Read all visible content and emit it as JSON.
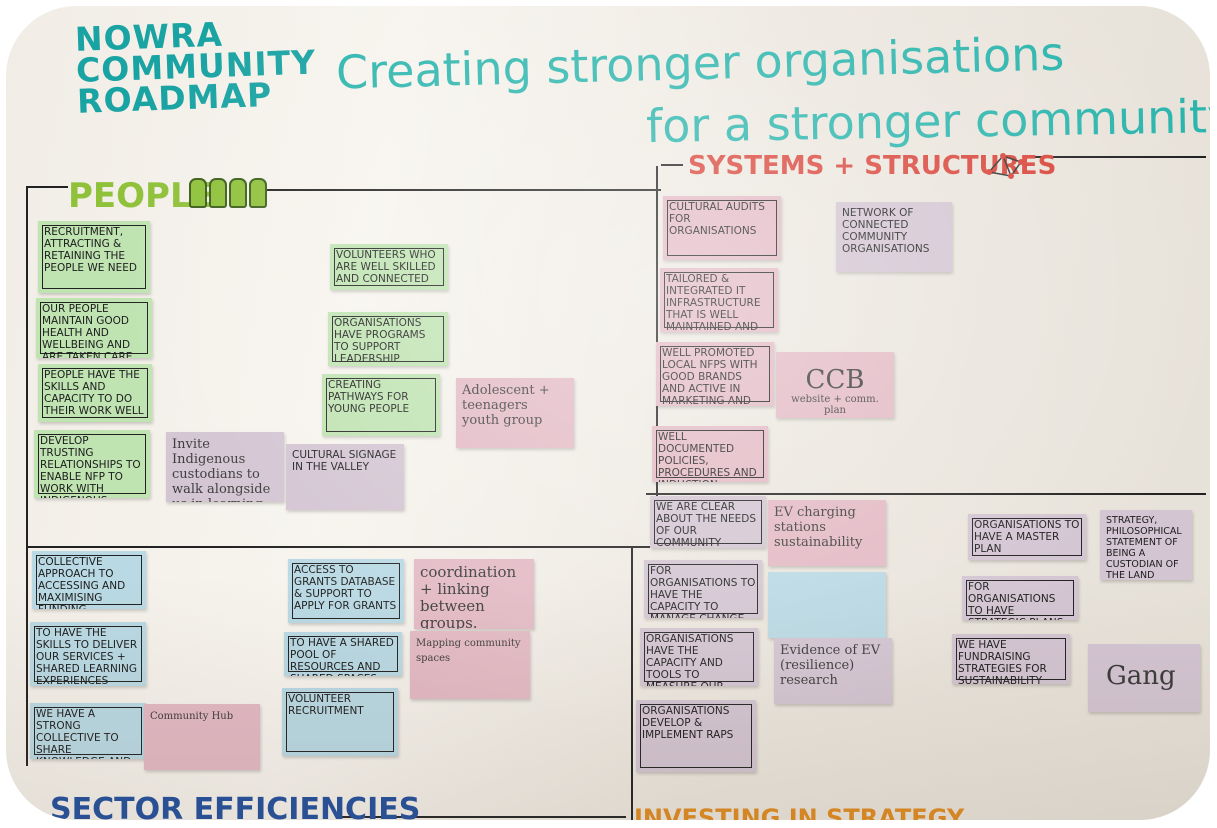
{
  "board": {
    "title_left": "NOWRA COMMUNITY ROADMAP",
    "title_main_line1": "Creating stronger organisations",
    "title_main_line2": "for a stronger community"
  },
  "sections": {
    "people": "PEOPLE",
    "systems": "SYSTEMS + STRUCTURES",
    "sector": "SECTOR EFFICIENCIES",
    "investing": "INVESTING IN STRATEGY"
  },
  "notes": {
    "people": [
      "RECRUITMENT, ATTRACTING & RETAINING THE PEOPLE WE NEED",
      "OUR PEOPLE MAINTAIN GOOD HEALTH AND WELLBEING AND ARE TAKEN CARE OF",
      "PEOPLE HAVE THE SKILLS AND CAPACITY TO DO THEIR WORK WELL",
      "DEVELOP TRUSTING RELATIONSHIPS TO ENABLE NFP TO WORK WITH INDIGENOUS COMMUNITIES",
      "VOLUNTEERS WHO ARE WELL SKILLED AND CONNECTED",
      "ORGANISATIONS HAVE PROGRAMS TO SUPPORT LEADERSHIP",
      "CREATING PATHWAYS FOR YOUNG PEOPLE",
      "Invite Indigenous custodians to walk alongside us in learning",
      "CULTURAL SIGNAGE IN THE VALLEY",
      "Adolescent + teenagers youth group"
    ],
    "systems": [
      "CULTURAL AUDITS FOR ORGANISATIONS",
      "NETWORK OF CONNECTED COMMUNITY ORGANISATIONS",
      "TAILORED & INTEGRATED IT INFRASTRUCTURE THAT IS WELL MAINTAINED AND ADAPTABLE",
      "WELL PROMOTED LOCAL NFPS WITH GOOD BRANDS AND ACTIVE IN MARKETING AND SOCIAL MEDIA",
      "CCB",
      "website + comm. plan",
      "WELL DOCUMENTED POLICIES, PROCEDURES AND INDUCTION PROCESSES"
    ],
    "sector": [
      "COLLECTIVE APPROACH TO ACCESSING AND MAXIMISING FUNDING OPPORTUNITIES (SUSTAINABLE)",
      "TO HAVE THE SKILLS TO DELIVER OUR SERVICES + SHARED LEARNING EXPERIENCES",
      "WE HAVE A STRONG COLLECTIVE TO SHARE KNOWLEDGE AND COORDINATE SERVICES",
      "Community Hub",
      "ACCESS TO GRANTS DATABASE & SUPPORT TO APPLY FOR GRANTS",
      "coordination + linking between groups.",
      "TO HAVE A SHARED POOL OF RESOURCES AND SHARED SPACES",
      "Mapping community spaces",
      "VOLUNTEER RECRUITMENT"
    ],
    "investing": [
      "WE ARE CLEAR ABOUT THE NEEDS OF OUR COMMUNITY",
      "EV charging stations sustainability",
      "ORGANISATIONS TO HAVE A MASTER PLAN",
      "STRATEGY, PHILOSOPHICAL STATEMENT OF BEING A CUSTODIAN OF THE LAND",
      "FOR ORGANISATIONS TO HAVE THE CAPACITY TO MANAGE CHANGE AND GROWTH",
      "FOR ORGANISATIONS TO HAVE STRATEGIC PLANS",
      "ORGANISATIONS HAVE THE CAPACITY AND TOOLS TO MEASURE OUR IMPACT",
      "Evidence of EV (resilience) research",
      "WE HAVE FUNDRAISING STRATEGIES FOR SUSTAINABILITY",
      "Gang",
      "ORGANISATIONS DEVELOP & IMPLEMENT RAPS"
    ]
  },
  "colors": {
    "teal": "#2bb5ad",
    "green": "#8fc13a",
    "red": "#d9453a",
    "blue": "#1f4e9c",
    "orange": "#e08a1e"
  },
  "icons": [
    "people-group-icon",
    "network-icon"
  ]
}
